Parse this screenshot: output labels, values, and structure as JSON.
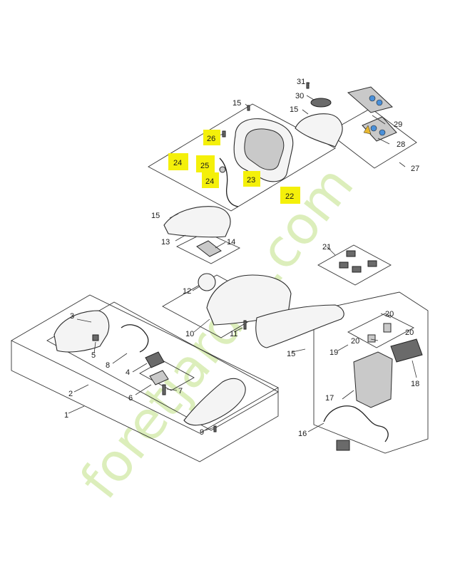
{
  "watermark": "foretjardin.com",
  "highlight_color": "#f4f00a",
  "watermark_color": "#d6ecb0",
  "callouts": [
    {
      "id": "p1",
      "label": "1"
    },
    {
      "id": "p2",
      "label": "2"
    },
    {
      "id": "p3",
      "label": "3"
    },
    {
      "id": "p4",
      "label": "4"
    },
    {
      "id": "p5",
      "label": "5"
    },
    {
      "id": "p6",
      "label": "6"
    },
    {
      "id": "p7",
      "label": "7"
    },
    {
      "id": "p8",
      "label": "8"
    },
    {
      "id": "p9",
      "label": "9"
    },
    {
      "id": "p10",
      "label": "10"
    },
    {
      "id": "p11",
      "label": "11"
    },
    {
      "id": "p12",
      "label": "12"
    },
    {
      "id": "p13",
      "label": "13"
    },
    {
      "id": "p14",
      "label": "14"
    },
    {
      "id": "p15a",
      "label": "15"
    },
    {
      "id": "p15b",
      "label": "15"
    },
    {
      "id": "p15c",
      "label": "15"
    },
    {
      "id": "p15d",
      "label": "15"
    },
    {
      "id": "p16",
      "label": "16"
    },
    {
      "id": "p17",
      "label": "17"
    },
    {
      "id": "p18",
      "label": "18"
    },
    {
      "id": "p19",
      "label": "19"
    },
    {
      "id": "p20a",
      "label": "20"
    },
    {
      "id": "p20b",
      "label": "20"
    },
    {
      "id": "p20c",
      "label": "20"
    },
    {
      "id": "p21",
      "label": "21"
    },
    {
      "id": "p27",
      "label": "27"
    },
    {
      "id": "p28",
      "label": "28"
    },
    {
      "id": "p29",
      "label": "29"
    },
    {
      "id": "p30",
      "label": "30"
    },
    {
      "id": "p31",
      "label": "31"
    }
  ],
  "highlighted": [
    {
      "id": "h22",
      "label": "22"
    },
    {
      "id": "h23",
      "label": "23"
    },
    {
      "id": "h24a",
      "label": "24"
    },
    {
      "id": "h24b",
      "label": "24"
    },
    {
      "id": "h25",
      "label": "25"
    },
    {
      "id": "h26",
      "label": "26"
    }
  ]
}
